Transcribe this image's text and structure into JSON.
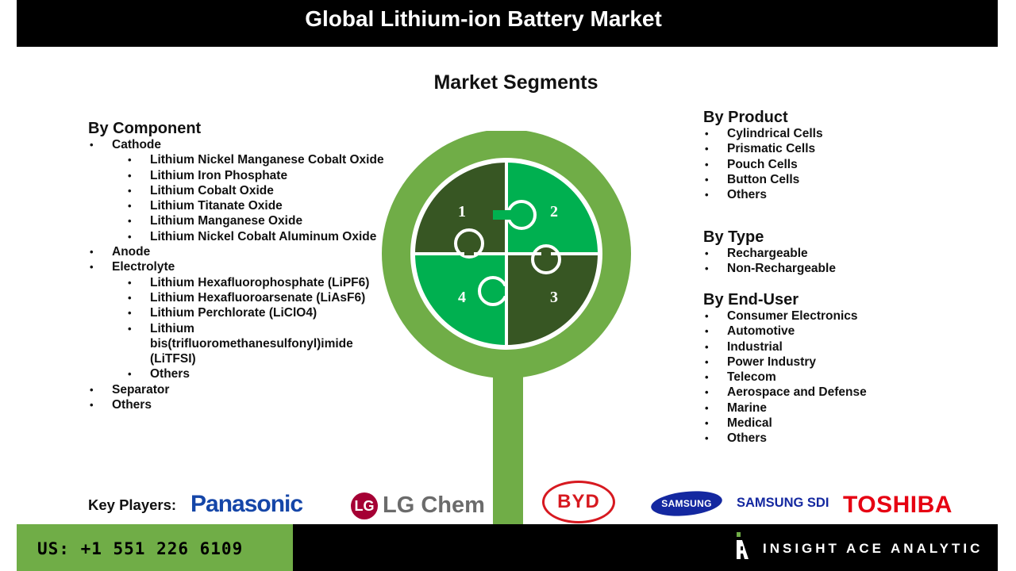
{
  "header": {
    "title": "Global Lithium-ion Battery Market"
  },
  "segments_title": "Market Segments",
  "component": {
    "heading": "By Component",
    "items": [
      {
        "label": "Cathode",
        "sub": [
          "Lithium Nickel Manganese Cobalt Oxide",
          "Lithium Iron Phosphate",
          "Lithium Cobalt Oxide",
          "Lithium Titanate Oxide",
          "Lithium Manganese Oxide",
          "Lithium Nickel Cobalt Aluminum Oxide"
        ]
      },
      {
        "label": "Anode",
        "sub": []
      },
      {
        "label": "Electrolyte",
        "sub": [
          "Lithium Hexafluorophosphate (LiPF6)",
          "Lithium Hexafluoroarsenate (LiAsF6)",
          "Lithium Perchlorate (LiClO4)",
          "Lithium bis(trifluoromethanesulfonyl)imide (LiTFSI)",
          "Others"
        ]
      },
      {
        "label": "Separator",
        "sub": []
      },
      {
        "label": "Others",
        "sub": []
      }
    ]
  },
  "product": {
    "heading": "By Product",
    "items": [
      "Cylindrical Cells",
      "Prismatic Cells",
      "Pouch Cells",
      "Button Cells",
      "Others"
    ]
  },
  "type": {
    "heading": "By Type",
    "items": [
      "Rechargeable",
      "Non-Rechargeable"
    ]
  },
  "end_user": {
    "heading": "By End-User",
    "items": [
      "Consumer Electronics",
      "Automotive",
      "Industrial",
      "Power Industry",
      "Telecom",
      "Aerospace and Defense",
      "Marine",
      "Medical",
      "Others"
    ]
  },
  "puzzle": {
    "pieces": [
      "1",
      "2",
      "3",
      "4"
    ]
  },
  "key_players": {
    "label": "Key Players:",
    "logos": {
      "panasonic": "Panasonic",
      "lg_mark": "LG",
      "lg_chem": "LG Chem",
      "byd": "BYD",
      "samsung": "SAMSUNG",
      "samsung_sdi": "SAMSUNG SDI",
      "toshiba": "TOSHIBA"
    }
  },
  "footer": {
    "phone": "US: +1 551 226 6109",
    "brand": "INSIGHT ACE ANALYTIC"
  },
  "colors": {
    "green_light": "#70ad47",
    "green_bright": "#00b050",
    "green_dark": "#375623",
    "black": "#000000"
  },
  "icons": [
    "bullet-icon",
    "magnifier-puzzle-icon",
    "insightace-logo-icon"
  ]
}
